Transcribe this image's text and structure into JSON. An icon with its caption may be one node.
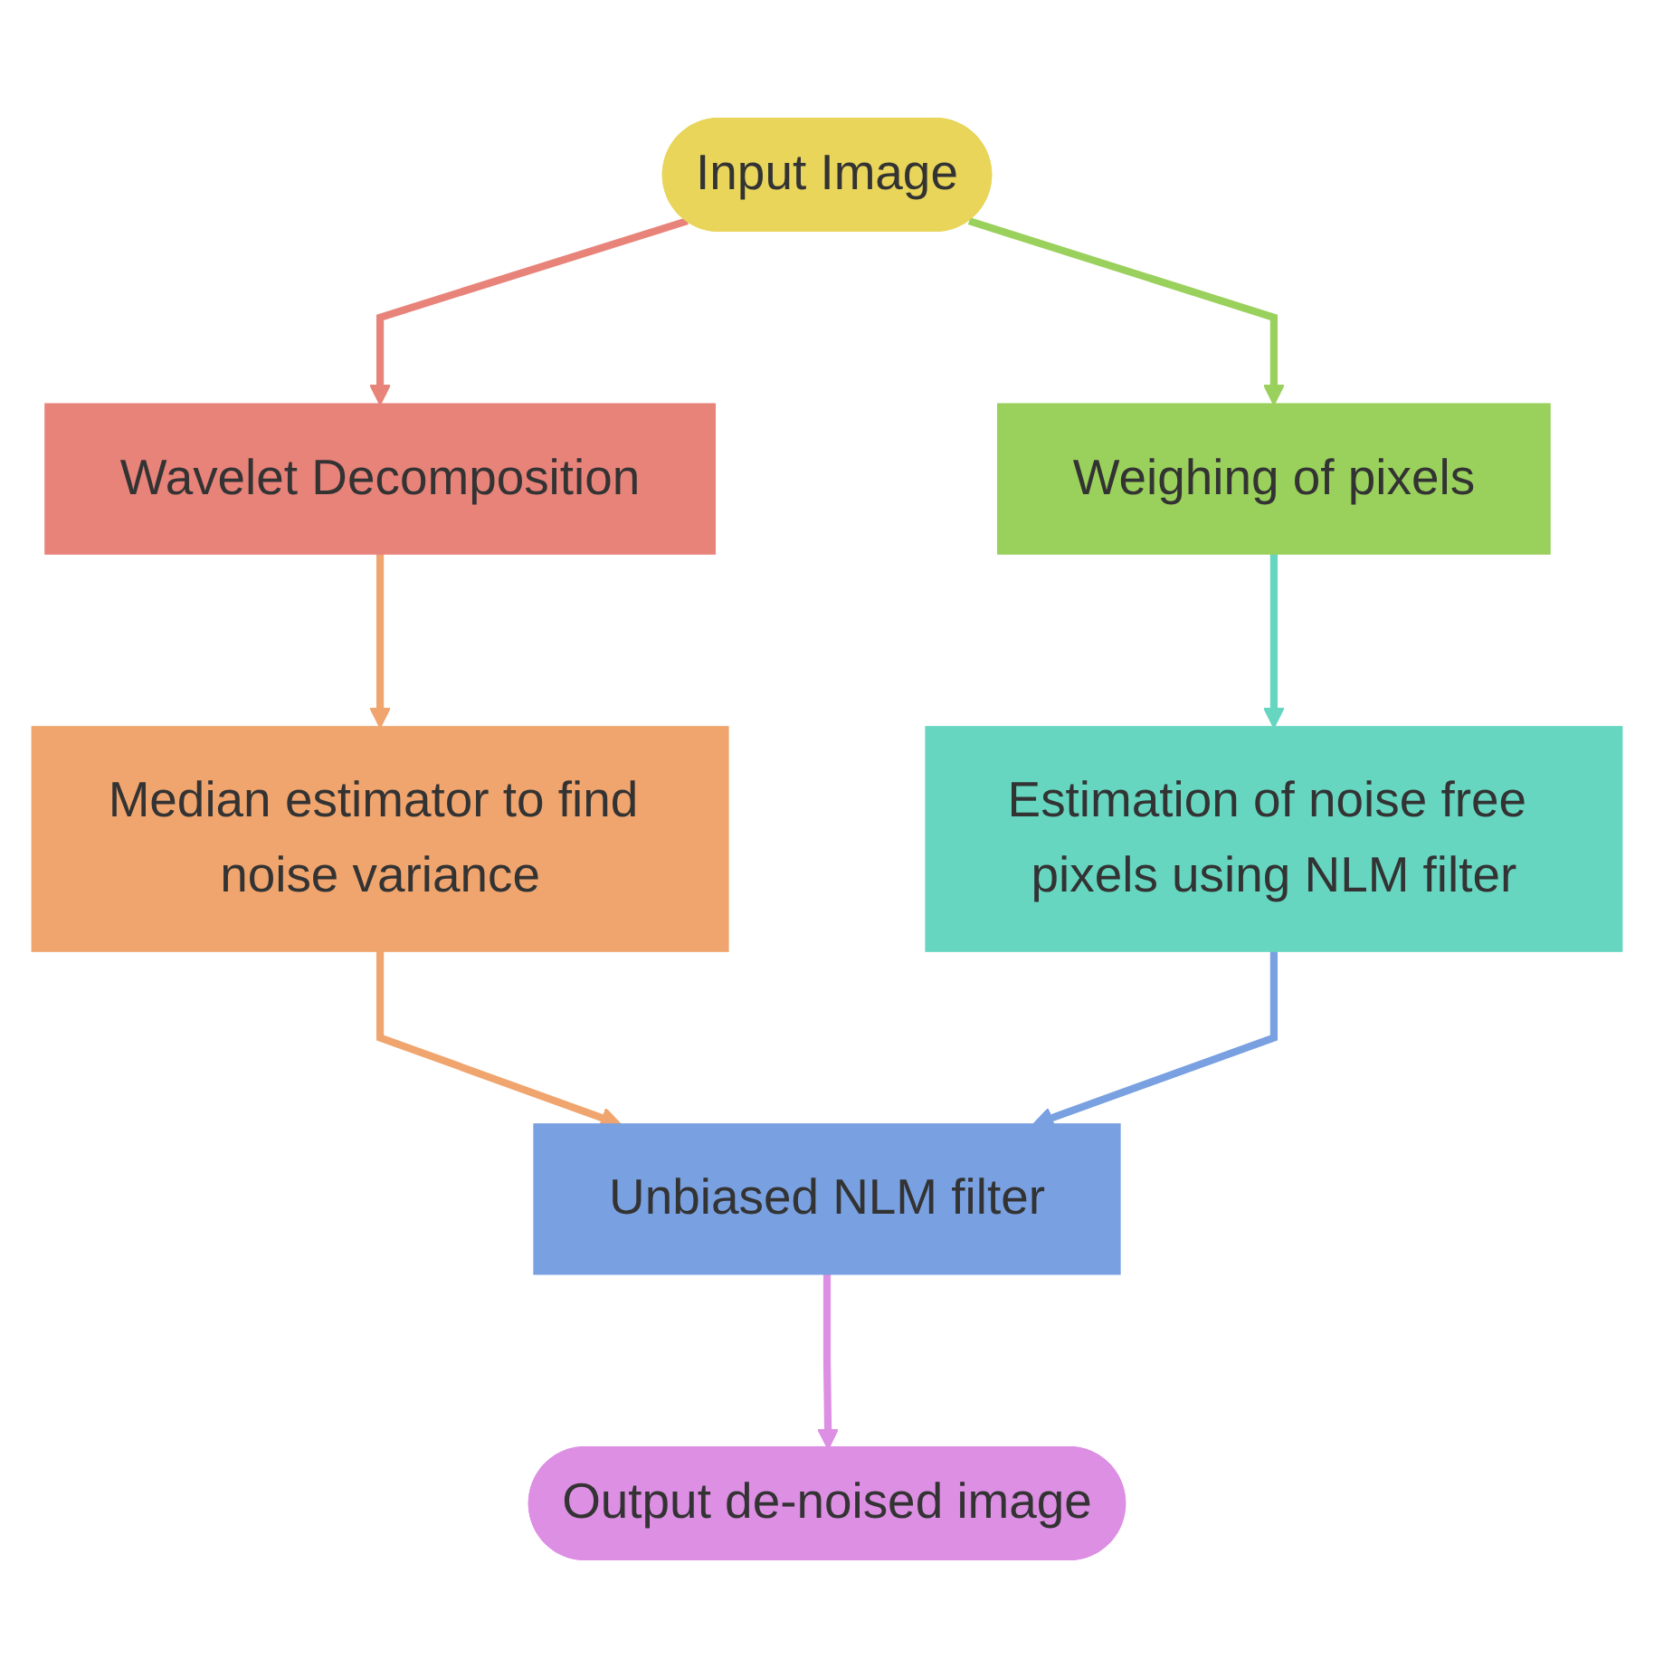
{
  "diagram": {
    "nodes": [
      {
        "text": [
          "Input Image"
        ]
      },
      {
        "text": [
          "Wavelet Decomposition"
        ]
      },
      {
        "text": [
          "Weighing of pixels"
        ]
      },
      {
        "text": [
          "Estimation of noise free pixels using NLM filter"
        ]
      },
      {
        "text": [
          "Median estimator to find noise variance"
        ]
      },
      {
        "text": [
          "Unbiased NLM filter"
        ]
      },
      {
        "text": [
          "Output de-noised image"
        ]
      }
    ],
    "edges": [
      {
        "from": 0,
        "to": 1,
        "arrow": "to",
        "color": "#e8837a"
      },
      {
        "from": 0,
        "to": 2,
        "arrow": "to",
        "color": "#9ad05c"
      },
      {
        "from": 2,
        "to": 3,
        "arrow": "to",
        "color": "#66d6c0"
      },
      {
        "from": 1,
        "to": 4,
        "arrow": "to",
        "color": "#f0a56e"
      },
      {
        "from": 4,
        "to": 5,
        "arrow": "to",
        "color": "#f0a56e"
      },
      {
        "from": 3,
        "to": 5,
        "arrow": "to",
        "color": "#79a0e0"
      },
      {
        "from": 5,
        "to": 6,
        "arrow": "to",
        "color": "#dd8fe3"
      }
    ]
  }
}
